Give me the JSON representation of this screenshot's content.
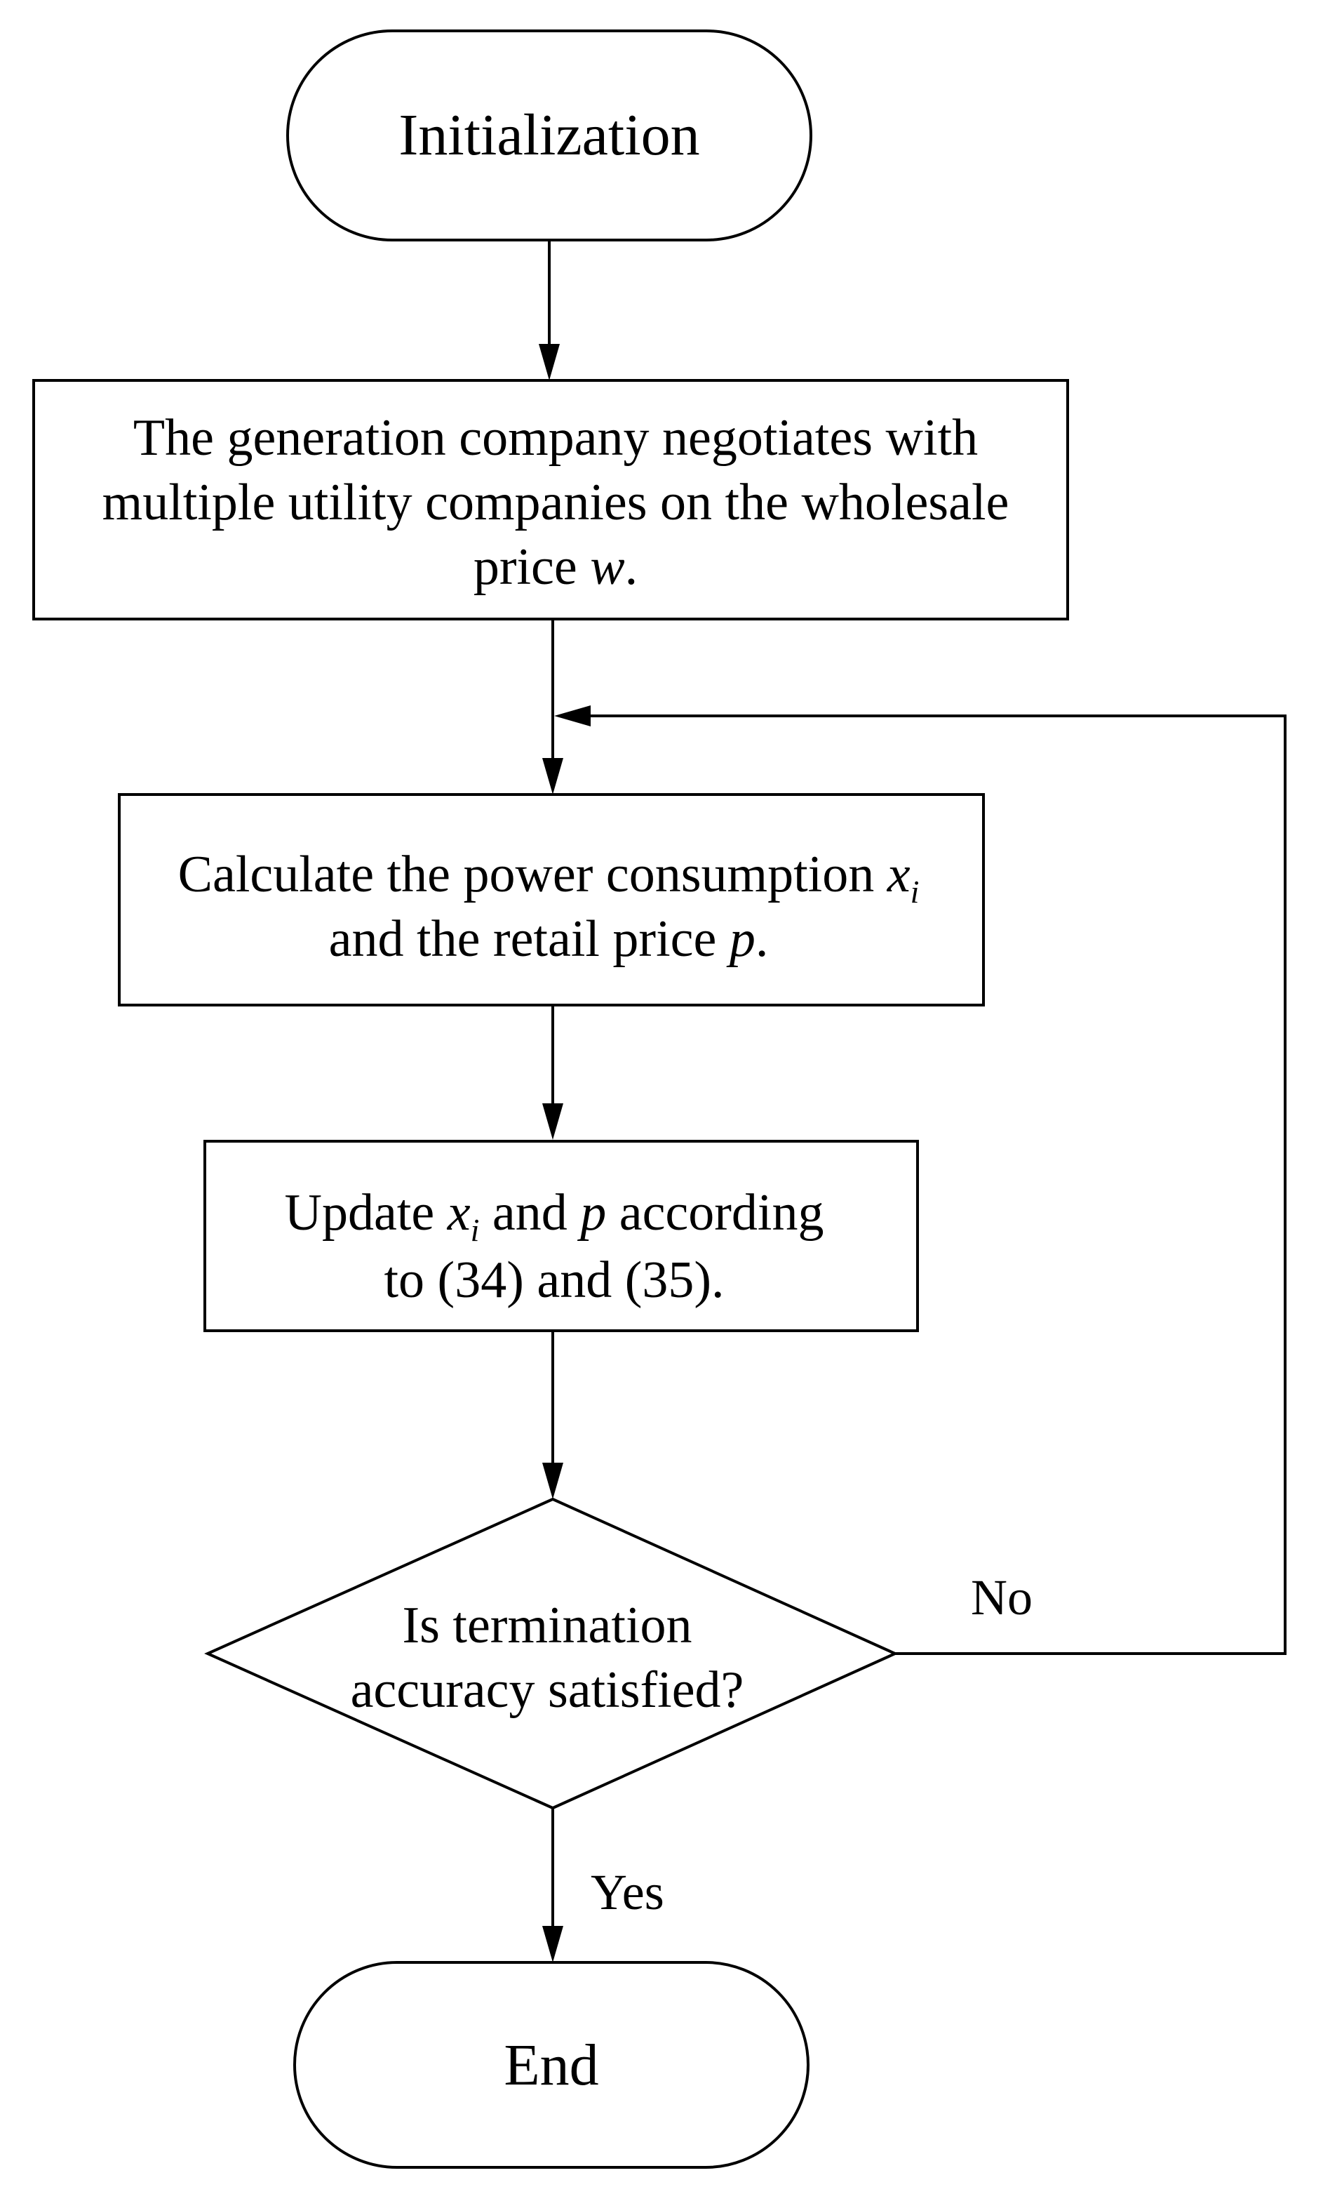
{
  "diagram": {
    "start": {
      "label": "Initialization"
    },
    "negotiate": {
      "line1": "The generation company negotiates with",
      "line2": "multiple utility companies on the wholesale",
      "line3_prefix": "price ",
      "line3_var": "w",
      "line3_suffix": "."
    },
    "calculate": {
      "line1_prefix": "Calculate the power consumption ",
      "line1_var": "x",
      "line1_sub": "i",
      "line2_prefix": "and the retail price ",
      "line2_var": "p",
      "line2_suffix": "."
    },
    "update": {
      "line1_prefix": "Update ",
      "line1_var1": "x",
      "line1_sub": "i",
      "line1_mid": " and  ",
      "line1_var2": "p",
      "line1_suffix": "  according",
      "line2": "to  (34) and (35)."
    },
    "decision": {
      "line1": "Is termination",
      "line2": "accuracy satisfied?"
    },
    "edges": {
      "no_label": "No",
      "yes_label": "Yes"
    },
    "end": {
      "label": "End"
    }
  }
}
